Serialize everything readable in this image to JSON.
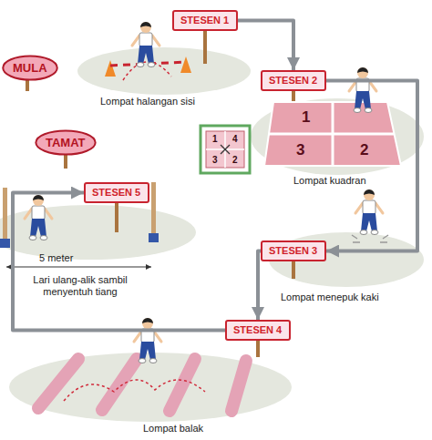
{
  "diagram": {
    "nodes": [
      {
        "text": [
          "MULA"
        ]
      },
      {
        "text": [
          "STESEN 1"
        ]
      },
      {
        "text": [
          "STESEN 2"
        ]
      },
      {
        "text": [
          "TAMAT"
        ]
      },
      {
        "text": [
          "STESEN 5"
        ]
      },
      {
        "text": [
          "STESEN 3"
        ]
      },
      {
        "text": [
          "STESEN 4"
        ]
      }
    ],
    "edges": [
      {
        "from": 1,
        "to": 2,
        "arrow": "to"
      },
      {
        "from": 2,
        "to": 5,
        "arrow": "to"
      },
      {
        "from": 5,
        "to": 6,
        "arrow": "to"
      },
      {
        "from": 6,
        "to": 4,
        "arrow": "to"
      }
    ],
    "labels": [
      "Lompat halangan sisi",
      "1",
      "3",
      "2",
      "1",
      "4",
      "3",
      "2",
      "Lompat kuadran",
      "Lompat menepuk kaki",
      "5 meter",
      "Lari ulang-alik sambil menyentuh tiang",
      "Lompat balak"
    ]
  }
}
